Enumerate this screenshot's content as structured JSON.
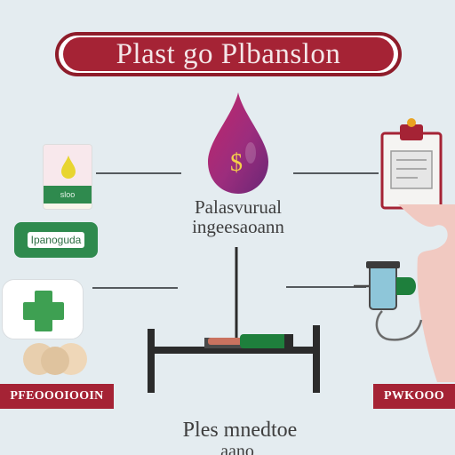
{
  "title": "Plast go Plbanslon",
  "center_label": {
    "line1": "Palasvurual",
    "line2": "ingeesaoann"
  },
  "drop_symbol": "$",
  "pharmacy_badge": "Ipanoguda",
  "med_box_label": "sloo",
  "left_banner": "PFEOOOIOOIN",
  "right_banner": "PWKOOO",
  "footer": {
    "line1": "Ples mnedtoe",
    "line2": "aano"
  },
  "colors": {
    "background": "#e4ecf0",
    "title_red": "#a52335",
    "dark_red": "#8e1c2a",
    "drop_purple": "#7b2a7a",
    "drop_pink": "#c2266a",
    "pharmacy_green": "#2f8a4e",
    "cross_green": "#3ea052",
    "skin": "#f1c9c1",
    "tray_blue": "#8ec6d9"
  }
}
